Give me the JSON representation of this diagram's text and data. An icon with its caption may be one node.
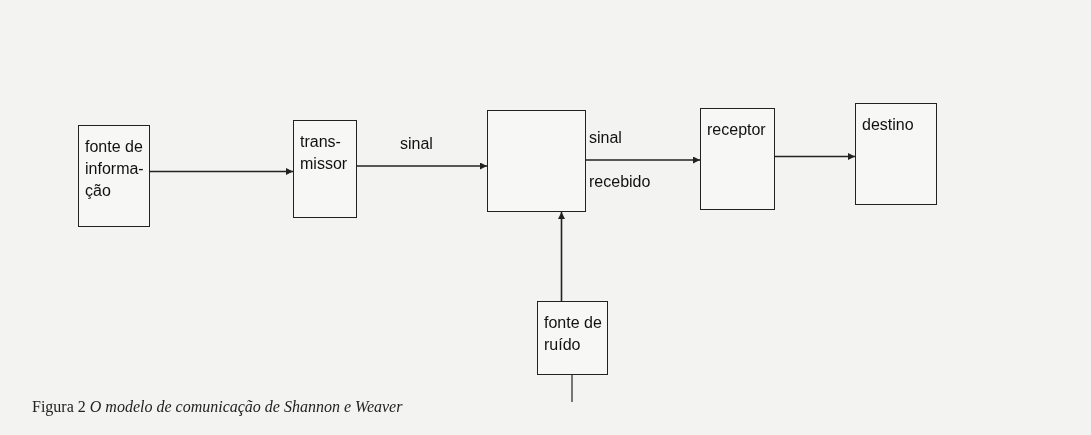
{
  "diagram": {
    "caption": "Figura 2 *O modelo de comunicação de Shannon e Weaver*",
    "nodes": [
      {
        "text": [
          "fonte de informa- ção"
        ]
      },
      {
        "text": [
          "trans- missor"
        ]
      },
      {
        "text": [],
        "shape": "box"
      },
      {
        "text": [
          "receptor"
        ]
      },
      {
        "text": [
          "destino"
        ]
      },
      {
        "text": [
          "fonte de ruído"
        ]
      }
    ],
    "edges": [
      {
        "from": 0,
        "to": 1,
        "arrow": "to"
      },
      {
        "from": 1,
        "to": 2,
        "arrow": "to",
        "label": "sinal"
      },
      {
        "from": 2,
        "to": 3,
        "arrow": "to",
        "label": "sinal recebido"
      },
      {
        "from": 5,
        "to": 2,
        "arrow": "to"
      },
      {
        "from": 3,
        "to": 4,
        "arrow": "to"
      }
    ]
  }
}
